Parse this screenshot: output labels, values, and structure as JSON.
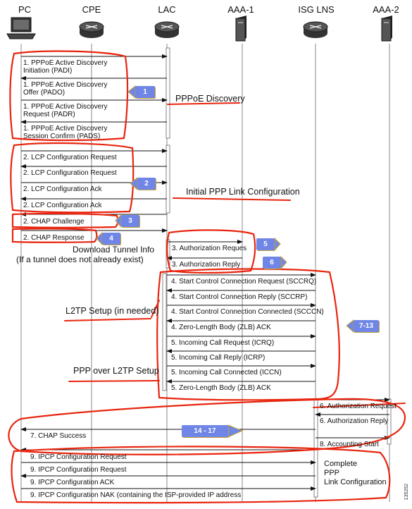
{
  "actors": [
    "PC",
    "CPE",
    "LAC",
    "AAA-1",
    "ISG LNS",
    "AAA-2"
  ],
  "messages": {
    "padi": [
      "1. PPPoE Active Discovery",
      "Initiation (PADI)"
    ],
    "pado": [
      "1. PPPoE Active Discovery",
      "Offer (PADO)"
    ],
    "padr": [
      "1. PPPoE Active Discovery",
      "Request (PADR)"
    ],
    "pads": [
      "1. PPPoE Active Discovery",
      "Session Confirm (PADS)"
    ],
    "lcp1": "2. LCP Configuration Request",
    "lcp2": "2. LCP Configuration Request",
    "lcp3": "2. LCP Configuration Ack",
    "lcp4": "2. LCP Configuration Ack",
    "chap_challenge": "2. CHAP Challenge",
    "chap_response": "2. CHAP Response",
    "auth_req": "3. Authorization Reques",
    "auth_reply": "3. Authorization Reply",
    "sccrq": "4. Start Control Connection Request (SCCRQ)",
    "sccrp": "4. Start Control Connection Reply (SCCRP)",
    "scccn": "4. Start Control Connection Connected (SCCCN)",
    "zlb4": "4. Zero-Length Body (ZLB) ACK",
    "icrq": "5. Incoming Call Request (ICRQ)",
    "icrp": "5. Incoming Call Reply (ICRP)",
    "iccn": "5. Incoming Call Connected (ICCN)",
    "zlb5": "5. Zero-Length Body (ZLB) ACK",
    "auth6_req": "6. Authorization Request",
    "auth6_reply": "6. Authorization Reply",
    "chap_success": "7. CHAP Success",
    "acct_start": "8. Accounting Start",
    "ipcp1": "9. IPCP Configuration Request",
    "ipcp2": "9. IPCP Configuration Request",
    "ipcp3": "9. IPCP Configuration ACK",
    "ipcp4": "9. IPCP Configuration NAK (containing the ISP-provided IP address"
  },
  "phases": {
    "pppoe": "PPPoE Discovery",
    "ppp_link": "Initial PPP Link Configuration",
    "download_1": "Download Tunnel Info",
    "download_2": "(If a tunnel does not already exist)",
    "l2tp": "L2TP Setup (in needed)",
    "ppp_over_l2tp": "PPP over L2TP Setup",
    "complete": [
      "Complete",
      "PPP",
      "Link Configuration"
    ]
  },
  "badges": [
    "1",
    "2",
    "3",
    "4",
    "5",
    "6",
    "7-13",
    "14 - 17"
  ],
  "figure_id": "135252",
  "colors": {
    "annotation_red": "#e8250f",
    "badge_blue": "#6f86e6",
    "lifeline": "#777777"
  }
}
